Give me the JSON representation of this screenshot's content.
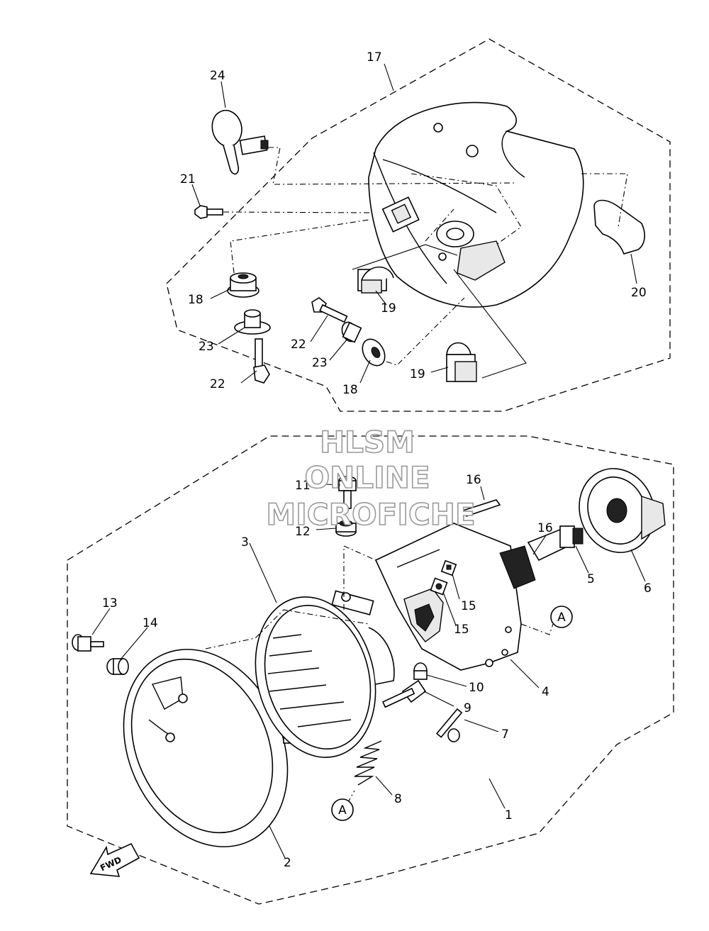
{
  "watermark": {
    "line1": "HLSM",
    "line2": "ONLINE",
    "line3": "MICROFICHE"
  },
  "fwd_label": "FWD",
  "callout_a": "A",
  "part_labels": {
    "p1": "1",
    "p2": "2",
    "p3": "3",
    "p4": "4",
    "p5": "5",
    "p6": "6",
    "p7": "7",
    "p8": "8",
    "p9": "9",
    "p10": "10",
    "p11": "11",
    "p12": "12",
    "p13": "13",
    "p14": "14",
    "p15a": "15",
    "p15b": "15",
    "p16a": "16",
    "p16b": "16",
    "p17": "17",
    "p18a": "18",
    "p18b": "18",
    "p19a": "19",
    "p19b": "19",
    "p20": "20",
    "p21": "21",
    "p22a": "22",
    "p22b": "22",
    "p23a": "23",
    "p23b": "23",
    "p24": "24"
  }
}
